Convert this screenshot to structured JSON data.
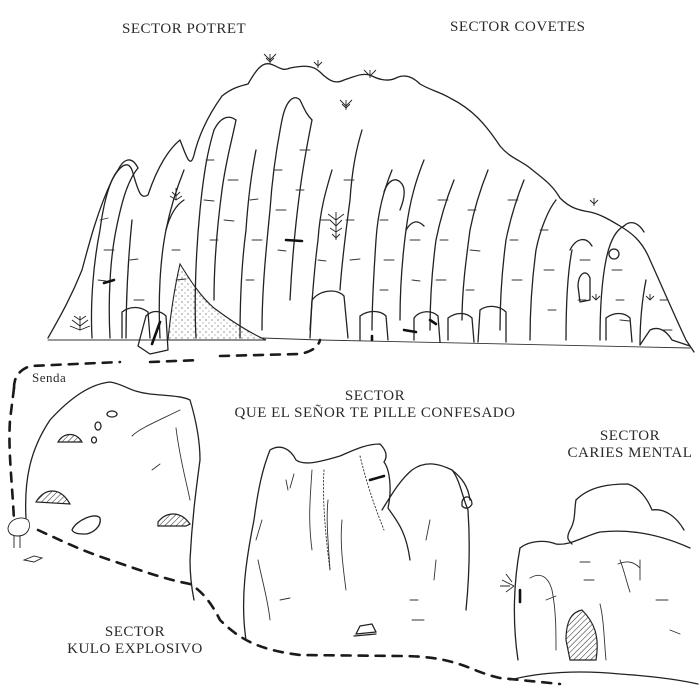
{
  "title": "Climbing topo sketch of rock sectors",
  "labels": {
    "potret": "SECTOR POTRET",
    "covetes": "SECTOR COVETES",
    "senda": "Senda",
    "qes_line1": "SECTOR",
    "qes_line2": "QUE EL SEÑOR TE PILLE CONFESADO",
    "caries_line1": "SECTOR",
    "caries_line2": "CARIES MENTAL",
    "kulo_line1": "SECTOR",
    "kulo_line2": "KULO EXPLOSIVO"
  },
  "colors": {
    "ink": "#222222",
    "paper": "#ffffff"
  }
}
